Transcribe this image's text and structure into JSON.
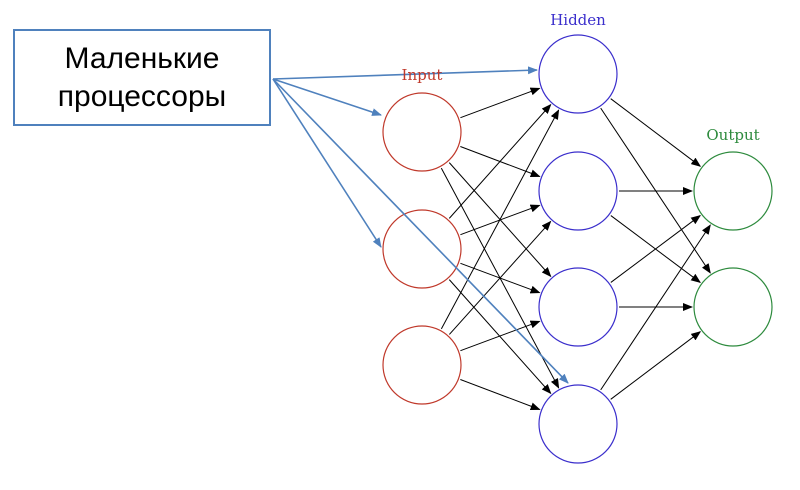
{
  "callout": {
    "line1": "Маленькие",
    "line2": "процессоры"
  },
  "layers": [
    {
      "name": "Input",
      "label": "Input",
      "color": "#c0392b",
      "nodes": 3
    },
    {
      "name": "Hidden",
      "label": "Hidden",
      "color": "#3b2fcc",
      "nodes": 4
    },
    {
      "name": "Output",
      "label": "Output",
      "color": "#2e8b3e",
      "nodes": 2
    }
  ],
  "edge_color": "#000000",
  "callout_color": "#4f81bd",
  "callout_targets": [
    {
      "layer": 1,
      "node": 0
    },
    {
      "layer": 0,
      "node": 0
    },
    {
      "layer": 0,
      "node": 1
    },
    {
      "layer": 1,
      "node": 3
    }
  ]
}
